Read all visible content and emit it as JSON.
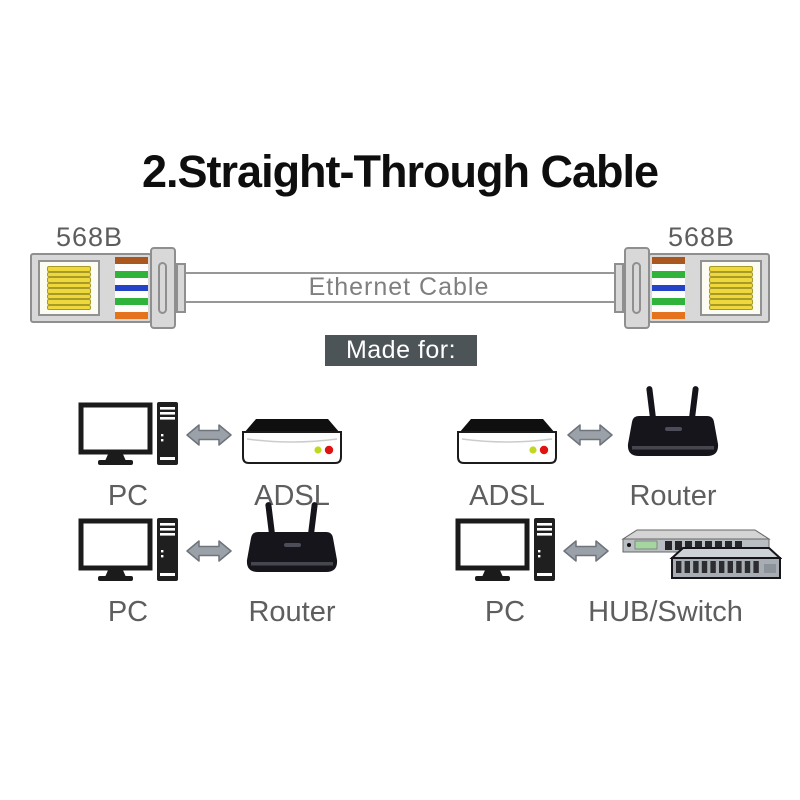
{
  "title": "2.Straight-Through Cable",
  "cable": {
    "left_connector_label": "568B",
    "right_connector_label": "568B",
    "center_label": "Ethernet Cable",
    "pin_count": 8,
    "pin_color": "#eed83e",
    "body_color": "#d8d8d8",
    "border_color": "#8f8f8f",
    "wire_colors": [
      "#a9561f",
      "#fdfdfd",
      "#2fb33a",
      "#fdfdfd",
      "#2442c8",
      "#fdfdfd",
      "#2fb33a",
      "#fdfdfd",
      "#e5731d"
    ]
  },
  "banner": {
    "label": "Made for:",
    "bg_color": "#4d5458",
    "text_color": "#ffffff"
  },
  "connections": [
    {
      "from": {
        "label": "PC",
        "device": "pc"
      },
      "to": {
        "label": "ADSL",
        "device": "adsl-modem"
      }
    },
    {
      "from": {
        "label": "ADSL",
        "device": "adsl-modem"
      },
      "to": {
        "label": "Router",
        "device": "router"
      }
    },
    {
      "from": {
        "label": "PC",
        "device": "pc"
      },
      "to": {
        "label": "Router",
        "device": "router"
      }
    },
    {
      "from": {
        "label": "PC",
        "device": "pc"
      },
      "to": {
        "label": "HUB/Switch",
        "device": "hub-switch"
      }
    }
  ],
  "device_colors": {
    "led_green": "#c0d920",
    "led_red": "#e01313",
    "device_dark": "#17171c",
    "switch_gray": "#a7adb2",
    "arrow_gray": "#9ba1a8"
  }
}
